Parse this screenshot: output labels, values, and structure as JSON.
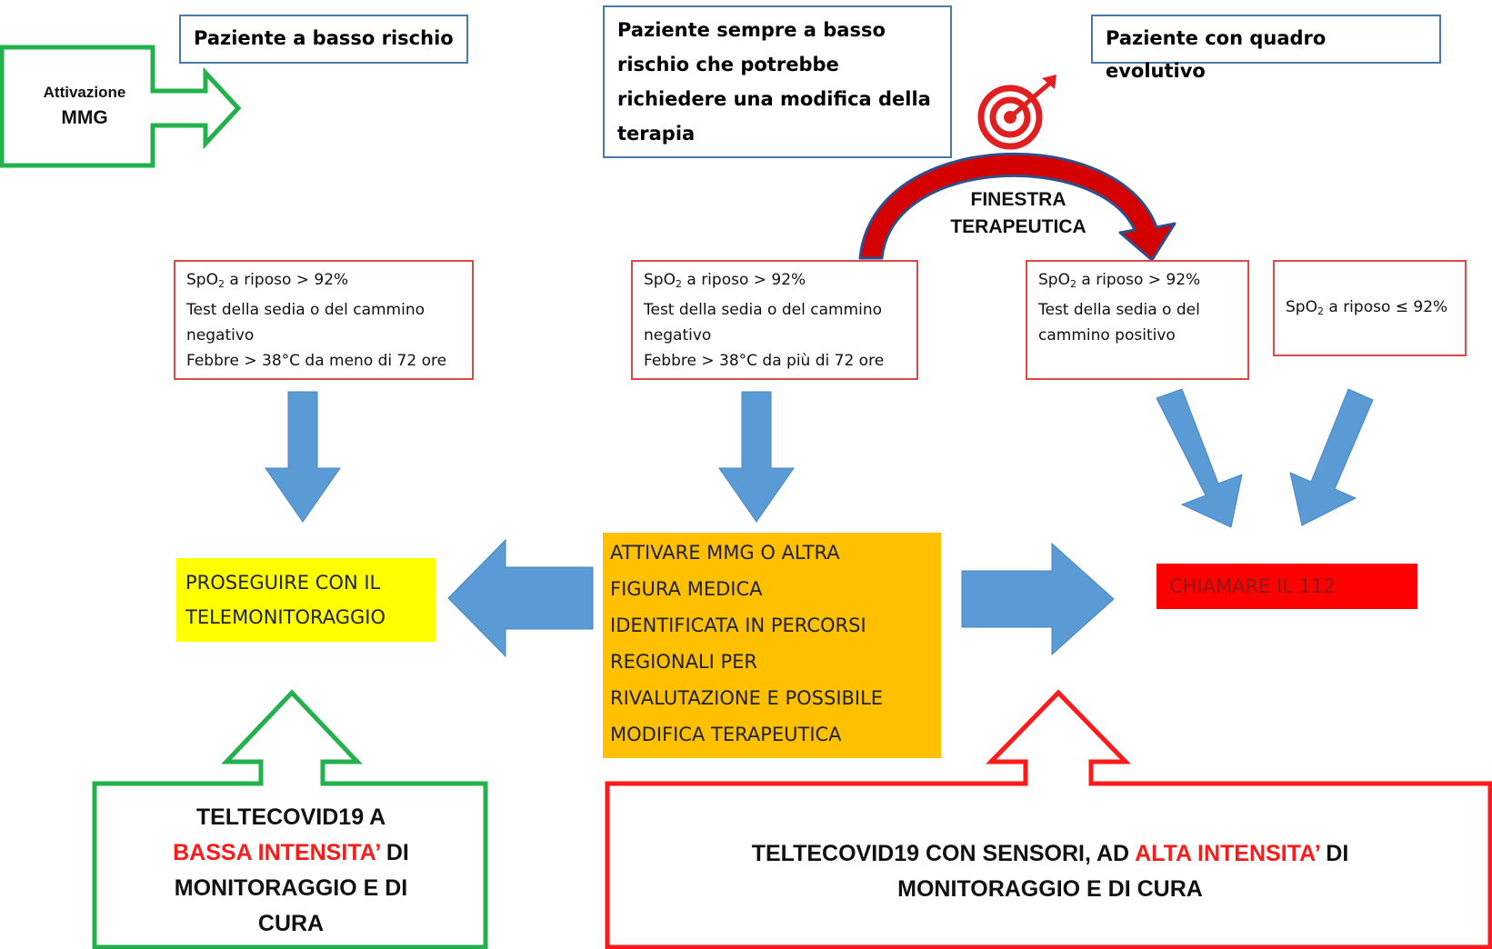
{
  "mmg_tag": {
    "line1": "Attivazione",
    "line2": "MMG"
  },
  "headers": {
    "low_risk": "Paziente a basso rischio",
    "low_risk_modify": "Paziente sempre a basso rischio che potrebbe richiedere una modifica della terapia",
    "evolving": "Paziente con quadro evolutivo"
  },
  "therapeutic_window": {
    "line1": "FINESTRA",
    "line2": "TERAPEUTICA"
  },
  "criteria": {
    "box1": {
      "spo2_prefix": "SpO",
      "spo2_sub": "2",
      "spo2_rest": " a riposo > 92%",
      "line2": "Test della sedia o del cammino",
      "line3": "negativo",
      "line4": "Febbre > 38°C da meno di 72 ore"
    },
    "box2": {
      "spo2_prefix": "SpO",
      "spo2_sub": "2",
      "spo2_rest": " a riposo > 92%",
      "line2": "Test della sedia o del cammino",
      "line3": "negativo",
      "line4": "Febbre > 38°C da più di 72 ore"
    },
    "box3": {
      "spo2_prefix": "SpO",
      "spo2_sub": "2",
      "spo2_rest": " a riposo > 92%",
      "line2": "Test della sedia o del",
      "line3": "cammino positivo"
    },
    "box4": {
      "spo2_prefix": "SpO",
      "spo2_sub": "2",
      "spo2_rest": " a riposo ≤ 92%"
    }
  },
  "actions": {
    "continue": {
      "line1": "PROSEGUIRE CON IL",
      "line2": "TELEMONITORAGGIO"
    },
    "activate": {
      "line1": "ATTIVARE MMG O ALTRA",
      "line2": "FIGURA MEDICA",
      "line3": "IDENTIFICATA IN PERCORSI",
      "line4": "REGIONALI PER",
      "line5": "RIVALUTAZIONE E POSSIBILE",
      "line6": "MODIFICA TERAPEUTICA"
    },
    "call": "CHIAMARE IL 112"
  },
  "footer_low": {
    "line1": "TELTECOVID19 A",
    "line2_red": "BASSA INTENSITA’",
    "line2_rest": " DI",
    "line3": "MONITORAGGIO E DI",
    "line4": "CURA"
  },
  "footer_high": {
    "line1_prefix": "TELTECOVID19 CON SENSORI, AD ",
    "line1_red": "ALTA INTENSITA’",
    "line1_suffix": " DI",
    "line2": "MONITORAGGIO E DI CURA"
  },
  "colors": {
    "arrow_blue": "#5b9bd5",
    "green": "#22b14c",
    "red": "#ff1a1a",
    "yellow": "#ffff00",
    "orange": "#ffc000",
    "call_red": "#ff0000"
  }
}
